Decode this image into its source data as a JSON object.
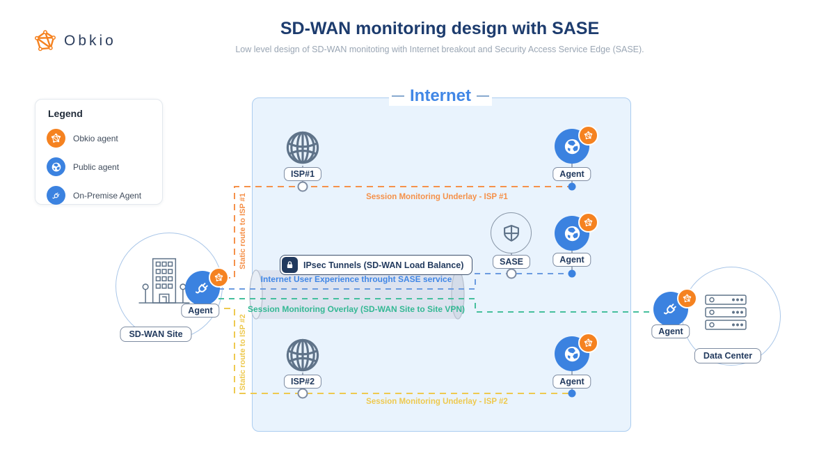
{
  "header": {
    "logo_text": "Obkio",
    "title": "SD-WAN monitoring design with SASE",
    "subtitle": "Low level design of SD-WAN monitoting with Internet breakout and Security Access Service Edge (SASE)."
  },
  "legend": {
    "title": "Legend",
    "items": [
      {
        "label": "Obkio agent",
        "color": "#f58220",
        "icon": "obkio-network-icon"
      },
      {
        "label": "Public agent",
        "color": "#3b82e0",
        "icon": "globe-icon"
      },
      {
        "label": "On-Premise Agent",
        "color": "#3b82e0",
        "icon": "plug-icon"
      }
    ]
  },
  "internet": {
    "title": "Internet"
  },
  "labels": {
    "isp1": "ISP#1",
    "isp2": "ISP#2",
    "sase": "SASE",
    "agent": "Agent",
    "sdwan_site": "SD-WAN Site",
    "data_center": "Data Center"
  },
  "tunnel": {
    "ipsec": "IPsec Tunnels (SD-WAN Load Balance)",
    "sase_line": "Internet User Experience throught SASE service",
    "overlay_line": "Session Monitoring Overlay (SD-WAN Site to Site VPN)"
  },
  "routes": {
    "underlay1": "Session Monitoring Underlay - ISP #1",
    "underlay2": "Session Monitoring Underlay - ISP #2",
    "static1": "Static route to ISP #1",
    "static2": "Static route to ISP #2"
  },
  "colors": {
    "navy": "#1d3c6e",
    "internet_blue": "#4187e6",
    "agent_blue": "#3b82e0",
    "obkio_orange": "#f58220",
    "route_orange": "#f5914a",
    "route_yellow": "#eec94f",
    "overlay_green": "#34b894",
    "box_fill": "#e9f3fd",
    "box_border": "#abcdf0"
  }
}
